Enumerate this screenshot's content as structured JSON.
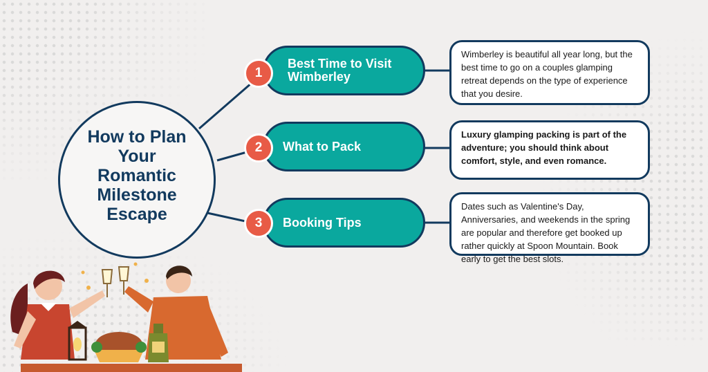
{
  "center": {
    "title": "How to Plan\nYour\nRomantic\nMilestone\nEscape"
  },
  "steps": [
    {
      "number": "1",
      "label": "Best Time to Visit\nWimberley",
      "detail": "Wimberley is beautiful all year long, but the best time to go on a couples glamping retreat depends on the type of experience that you desire."
    },
    {
      "number": "2",
      "label": "What to Pack",
      "detail": "Luxury glamping packing is part of the adventure; you should think about comfort, style, and even romance."
    },
    {
      "number": "3",
      "label": "Booking Tips",
      "detail": "Dates such as Valentine's Day, Anniversaries, and weekends in the spring are popular and therefore get booked up rather quickly at Spoon Mountain. Book early to get the best slots."
    }
  ],
  "colors": {
    "navy": "#123a5e",
    "teal": "#0aa89e",
    "coral": "#e85b46",
    "background": "#f1efee"
  },
  "illustration": {
    "name": "couple-toasting-illustration"
  }
}
